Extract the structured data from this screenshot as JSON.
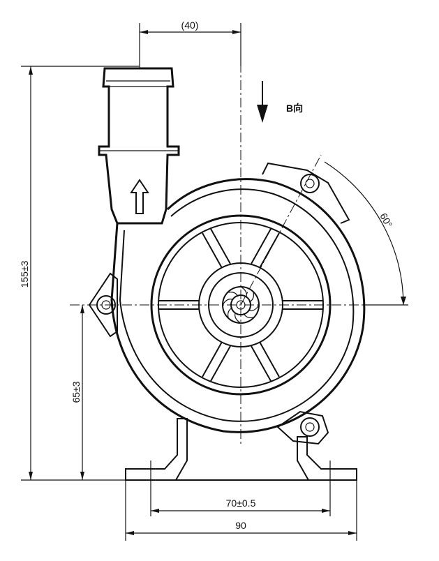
{
  "dimensions": {
    "top_offset": "(40)",
    "height_total": "155±3",
    "height_axis": "65±3",
    "foot_spacing": "70±0.5",
    "base_width": "90",
    "angle": "60°"
  },
  "view_label": "B向"
}
